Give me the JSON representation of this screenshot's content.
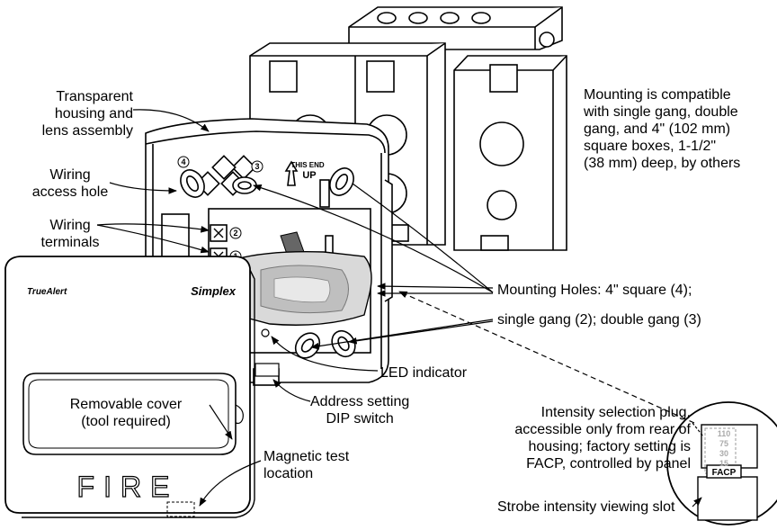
{
  "labels": {
    "housing": [
      "Transparent",
      "housing and",
      "lens assembly"
    ],
    "wiring_hole": [
      "Wiring",
      "access hole"
    ],
    "wiring_terminals": [
      "Wiring",
      "terminals"
    ],
    "mounting_compat": [
      "Mounting is compatible",
      "with single gang, double",
      "gang, and 4\" (102 mm)",
      "square boxes, 1-1/2\"",
      "(38 mm) deep, by others"
    ],
    "mounting_holes_1": "Mounting Holes: 4\" square (4);",
    "mounting_holes_2": "single gang (2); double gang (3)",
    "led": "LED indicator",
    "dip": [
      "Address setting",
      "DIP switch"
    ],
    "cover": [
      "Removable cover",
      "(tool required)"
    ],
    "magnetic": [
      "Magnetic test",
      "location"
    ],
    "intensity": [
      "Intensity selection plug,",
      "accessible only from rear of",
      "housing; factory setting is",
      "FACP, controlled by panel"
    ],
    "viewing_slot": "Strobe intensity viewing slot"
  },
  "device": {
    "brand_left": "TrueAlert",
    "brand_right": "Simplex",
    "cover_text": "FIRE",
    "this_end_up": [
      "THIS END",
      "UP"
    ],
    "hole_numbers": [
      "4",
      "3",
      "2",
      "1"
    ]
  },
  "inset": {
    "settings": [
      "110",
      "75",
      "30",
      "15"
    ],
    "selected": "FACP"
  }
}
